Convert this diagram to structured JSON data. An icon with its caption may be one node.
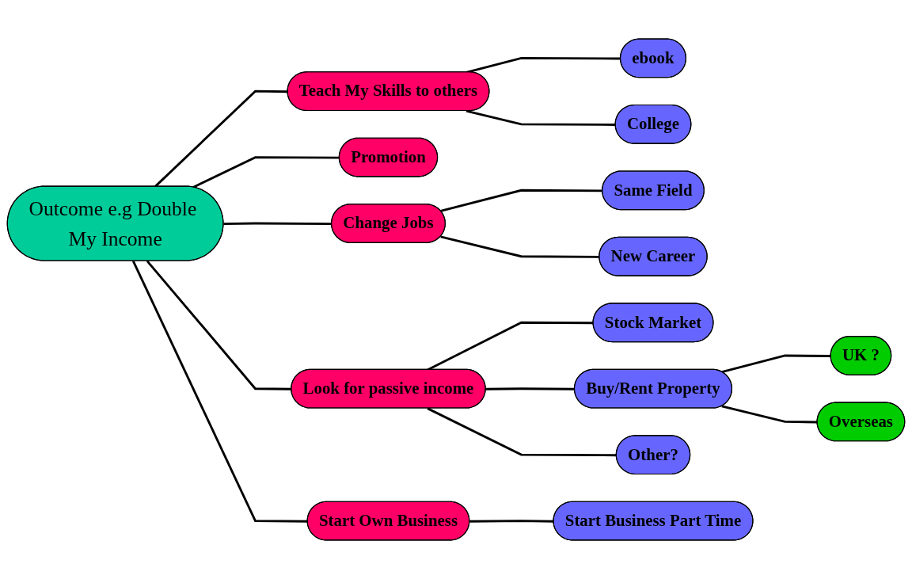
{
  "diagram": {
    "nodes": [
      {
        "text": [
          "ebook"
        ]
      },
      {
        "text": [
          "Promotion"
        ]
      },
      {
        "text": [
          "Teach My Skills to others"
        ]
      },
      {
        "text": [
          "College"
        ]
      },
      {
        "text": [
          "Same Field"
        ]
      },
      {
        "text": [
          "Outcome e.g Double My Income"
        ]
      },
      {
        "text": [
          "Change Jobs"
        ]
      },
      {
        "text": [
          "Stock Market"
        ]
      },
      {
        "text": [
          "New Career"
        ]
      },
      {
        "text": [
          "Look for passive income"
        ]
      },
      {
        "text": [
          "Buy/Rent Property"
        ]
      },
      {
        "text": [
          "Other?"
        ]
      },
      {
        "text": [
          "Start Own Business"
        ]
      },
      {
        "text": [
          "Start Business Part Time"
        ]
      },
      {
        "text": [
          "UK ?"
        ]
      },
      {
        "text": [
          "Overseas"
        ]
      }
    ],
    "edges": [
      {
        "from": 5,
        "to": 2,
        "arrow": "none"
      },
      {
        "from": 5,
        "to": 1,
        "arrow": "none"
      },
      {
        "from": 5,
        "to": 6,
        "arrow": "none"
      },
      {
        "from": 5,
        "to": 9,
        "arrow": "none"
      },
      {
        "from": 5,
        "to": 12,
        "arrow": "none"
      },
      {
        "from": 2,
        "to": 0,
        "arrow": "none"
      },
      {
        "from": 2,
        "to": 3,
        "arrow": "none"
      },
      {
        "from": 6,
        "to": 4,
        "arrow": "none"
      },
      {
        "from": 6,
        "to": 8,
        "arrow": "none"
      },
      {
        "from": 9,
        "to": 7,
        "arrow": "none"
      },
      {
        "from": 9,
        "to": 10,
        "arrow": "none"
      },
      {
        "from": 9,
        "to": 11,
        "arrow": "none"
      },
      {
        "from": 12,
        "to": 13,
        "arrow": "none"
      },
      {
        "from": 10,
        "to": 14,
        "arrow": "none"
      },
      {
        "from": 10,
        "to": 15,
        "arrow": "none"
      }
    ]
  }
}
